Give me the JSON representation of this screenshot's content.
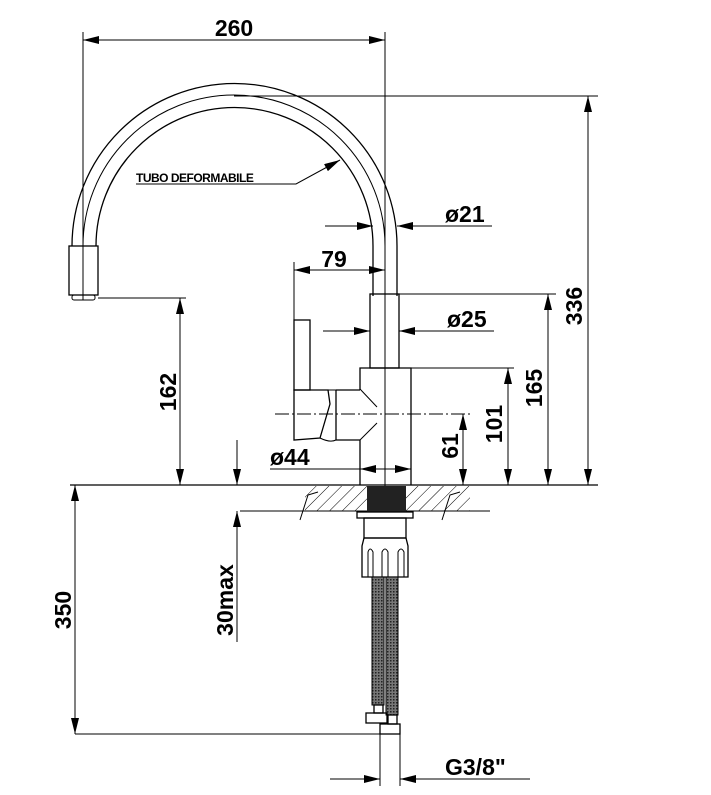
{
  "drawing": {
    "note_tube": "TUBO DEFORMABILE",
    "dimensions": {
      "overall_reach": "260",
      "overall_height": "336",
      "tube_diameter": "ø21",
      "lever_offset": "79",
      "body_upper_diameter": "ø25",
      "spout_height": "162",
      "body_top_height": "165",
      "body_base_height": "101",
      "lever_axis_height": "61",
      "base_diameter": "ø44",
      "hose_length": "350",
      "max_counter_thickness": "30max",
      "connection_thread": "G3/8\""
    }
  }
}
